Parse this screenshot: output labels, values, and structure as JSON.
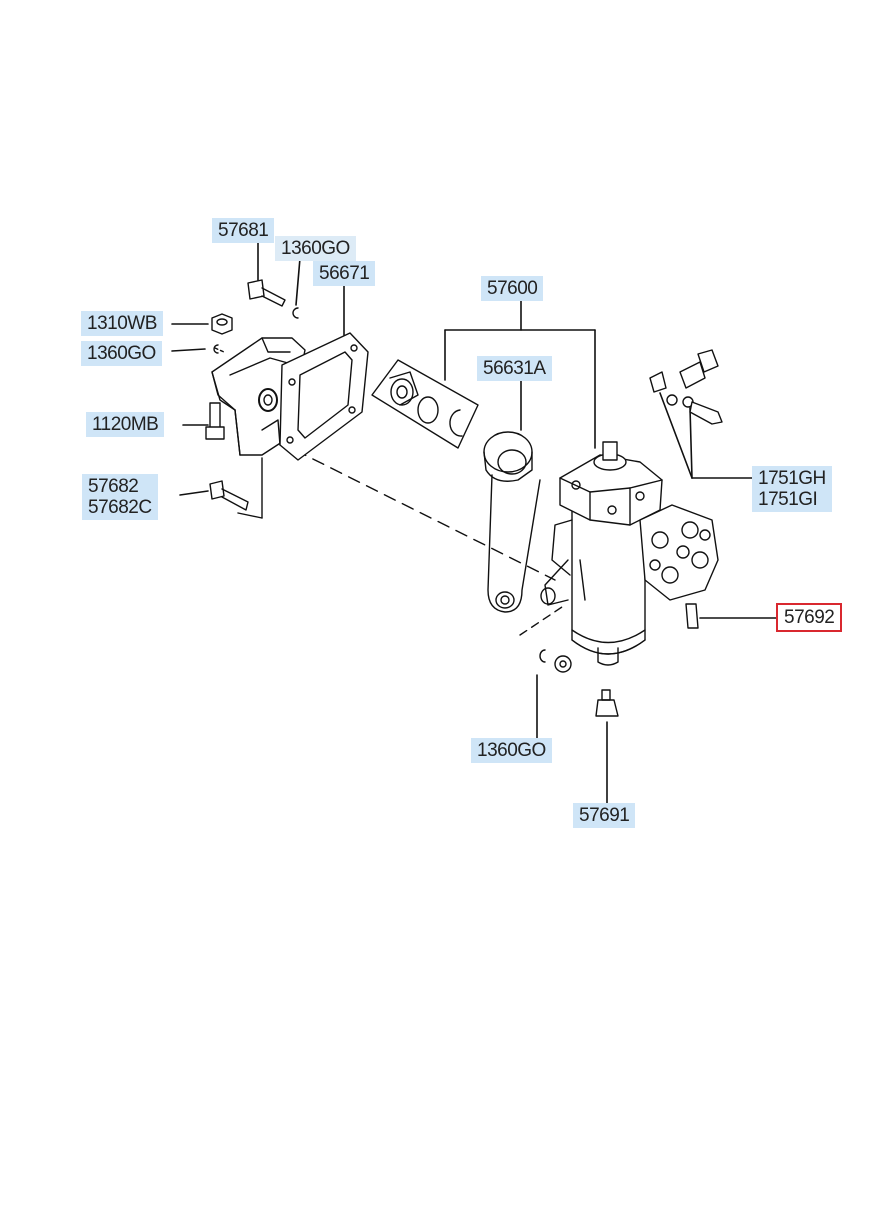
{
  "labels": [
    {
      "id": "57681",
      "lines": [
        "57681"
      ]
    },
    {
      "id": "1360GO-top",
      "lines": [
        "1360GO"
      ]
    },
    {
      "id": "56671",
      "lines": [
        "56671"
      ]
    },
    {
      "id": "57600",
      "lines": [
        "57600"
      ]
    },
    {
      "id": "1310WB",
      "lines": [
        "1310WB"
      ]
    },
    {
      "id": "1360GO-left",
      "lines": [
        "1360GO"
      ]
    },
    {
      "id": "56631A",
      "lines": [
        "56631A"
      ]
    },
    {
      "id": "1120MB",
      "lines": [
        "1120MB"
      ]
    },
    {
      "id": "57682",
      "lines": [
        "57682",
        "57682C"
      ]
    },
    {
      "id": "1751GH",
      "lines": [
        "1751GH",
        "1751GI"
      ]
    },
    {
      "id": "57692",
      "lines": [
        "57692"
      ],
      "highlight": true
    },
    {
      "id": "1360GO-bottom",
      "lines": [
        "1360GO"
      ]
    },
    {
      "id": "57691",
      "lines": [
        "57691"
      ]
    }
  ],
  "colors": {
    "label_bg": "#cfe5f7",
    "highlight_border": "#d9282f",
    "line": "#111111"
  }
}
